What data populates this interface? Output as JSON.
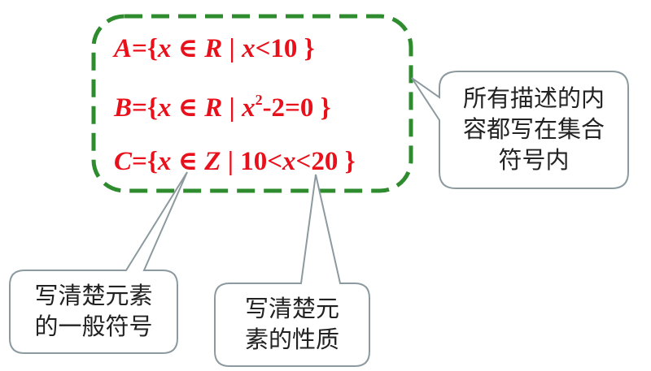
{
  "colors": {
    "set_text": "#e8101a",
    "dashed_border": "#2e8b2e",
    "callout_border": "#8c9aa0",
    "callout_text": "#222222"
  },
  "sets": {
    "a": {
      "name": "A",
      "eq": "={",
      "var": "x",
      "member": " ∈ ",
      "universe": "R",
      "bar": " | ",
      "cond_var": "x",
      "cond": "<10 }"
    },
    "b": {
      "name": "B",
      "eq": "={",
      "var": "x",
      "member": " ∈ ",
      "universe": "R",
      "bar": " | ",
      "cond_var": "x",
      "exp": "2",
      "cond": "-2=0 }"
    },
    "c": {
      "name": "C",
      "eq": "={",
      "var": "x",
      "member": " ∈ ",
      "universe": "Z",
      "bar": " | ",
      "cond_pre": "10<",
      "cond_var": "x",
      "cond": "<20 }"
    }
  },
  "callouts": {
    "right": [
      "所有描述的内",
      "容都写在集合",
      "符号内"
    ],
    "left": [
      "写清楚元素",
      "的一般符号"
    ],
    "middle": [
      "写清楚元",
      "素的性质"
    ]
  }
}
